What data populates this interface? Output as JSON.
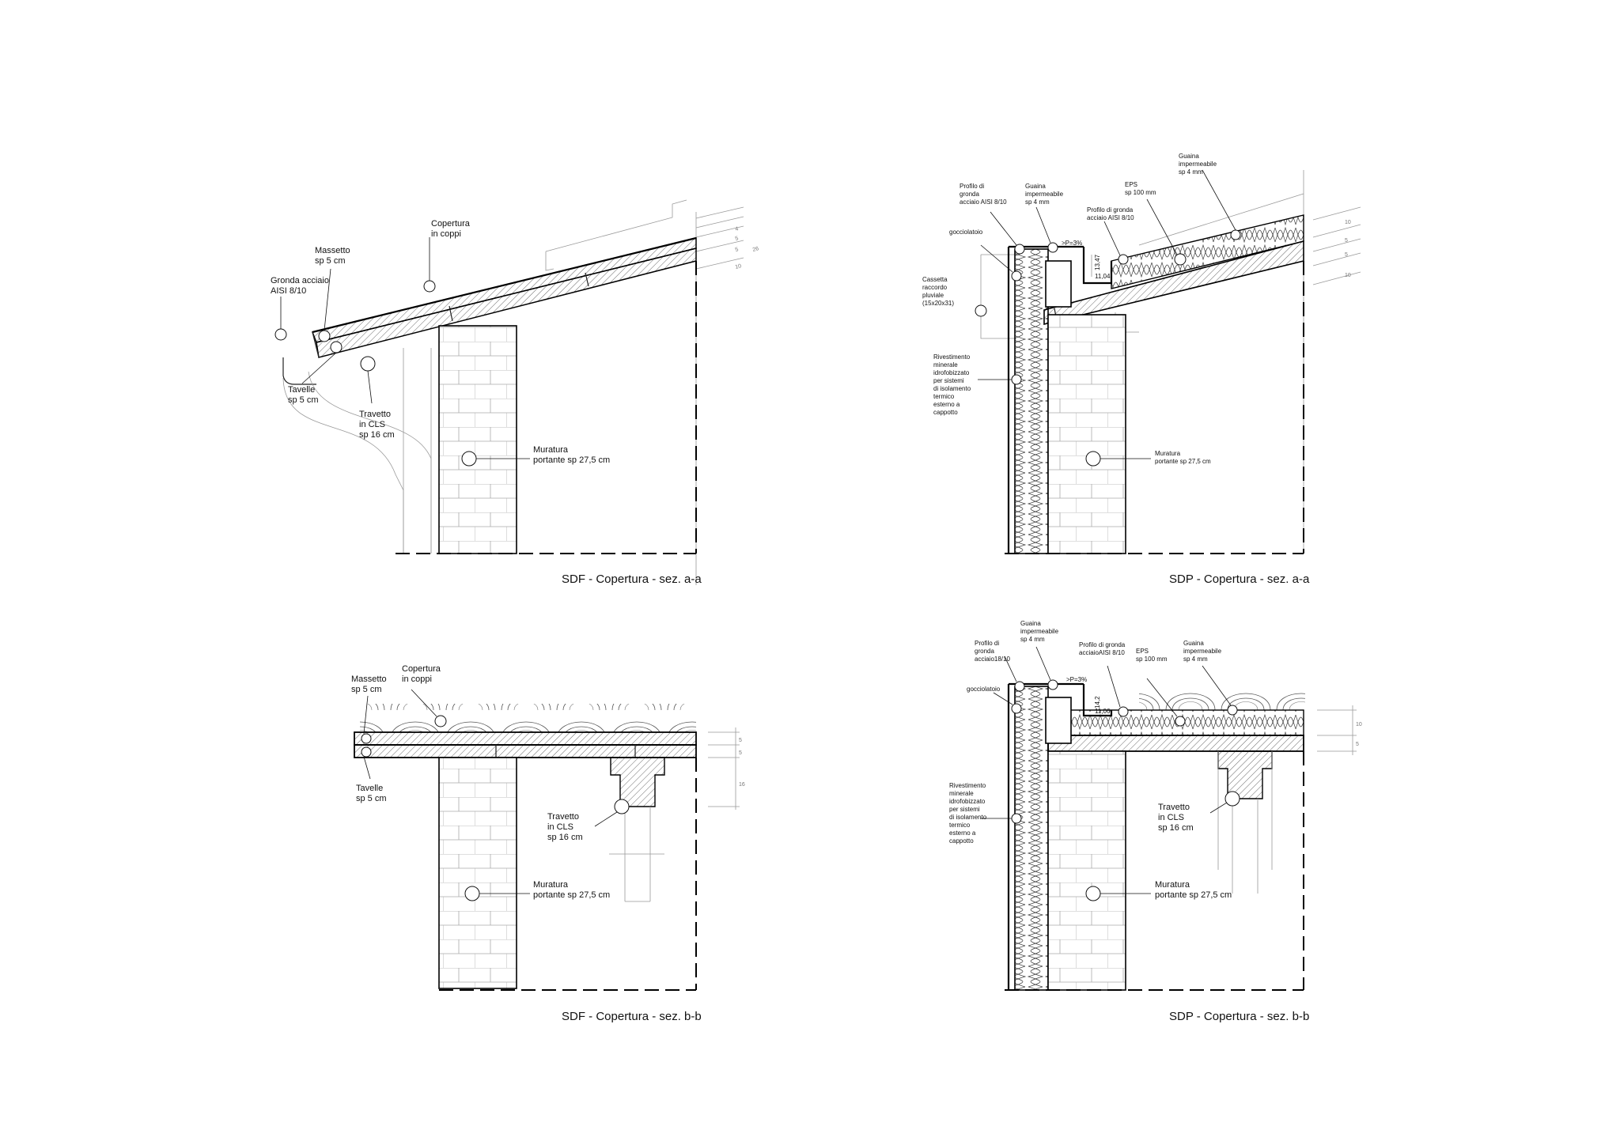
{
  "colors": {
    "line": "#000000",
    "faint": "#999999",
    "hatch": "#444444",
    "background": "#ffffff"
  },
  "panel_sdf_aa": {
    "title": "SDF - Copertura - sez. a-a",
    "labels": {
      "copertura": [
        "Copertura",
        "in coppi"
      ],
      "massetto": [
        "Massetto",
        "sp 5 cm"
      ],
      "gronda": [
        "Gronda acciaio",
        "AISI 8/10"
      ],
      "tavelle": [
        "Tavelle",
        "sp 5 cm"
      ],
      "travetto": [
        "Travetto",
        "in CLS",
        "sp 16 cm"
      ],
      "muratura": [
        "Muratura",
        "portante sp 27,5 cm"
      ]
    },
    "dims": [
      "4",
      "5",
      "5",
      "26",
      "10"
    ]
  },
  "panel_sdp_aa": {
    "title": "SDP - Copertura - sez. a-a",
    "labels": {
      "profilo": [
        "Profilo di",
        "gronda",
        "acciaio AISI 8/10"
      ],
      "guaina_left": [
        "Guaina",
        "impermeabile",
        "sp 4 mm"
      ],
      "gocciolatoio": [
        "gocciolatoio"
      ],
      "cassetta": [
        "Cassetta",
        "raccordo",
        "pluviale",
        "(15x20x31)"
      ],
      "rivestimento": [
        "Rivestimento",
        "minerale",
        "idrofobizzato",
        "per sistemi",
        "di isolamento",
        "termico",
        "esterno a",
        "cappotto"
      ],
      "eps": [
        "EPS",
        "sp 100 mm"
      ],
      "profilo_gronda": [
        "Profilo di gronda",
        "acciaio AISI 8/10"
      ],
      "guaina_right": [
        "Guaina",
        "impermeabile",
        "sp 4 mm"
      ],
      "muratura": [
        "Muratura",
        "portante sp 27,5 cm"
      ],
      "slope": ">P=3%",
      "dim_a": "13,47",
      "dim_b": "11,04"
    },
    "dims": [
      "10",
      "5",
      "5",
      "10"
    ]
  },
  "panel_sdf_bb": {
    "title": "SDF - Copertura - sez. b-b",
    "labels": {
      "massetto": [
        "Massetto",
        "sp 5 cm"
      ],
      "copertura": [
        "Copertura",
        "in coppi"
      ],
      "tavelle": [
        "Tavelle",
        "sp 5 cm"
      ],
      "travetto": [
        "Travetto",
        "in CLS",
        "sp 16 cm"
      ],
      "muratura": [
        "Muratura",
        "portante sp 27,5 cm"
      ]
    },
    "dims": [
      "5",
      "5",
      "16"
    ]
  },
  "panel_sdp_bb": {
    "title": "SDP - Copertura - sez. b-b",
    "labels": {
      "guaina_left": [
        "Guaina",
        "impermeabile",
        "sp 4 mm"
      ],
      "profilo": [
        "Profilo di",
        "gronda",
        "acciaio18/10"
      ],
      "profilo_gronda": [
        "Profilo di gronda",
        "acciaioAISI 8/10"
      ],
      "eps": [
        "EPS",
        "sp 100 mm"
      ],
      "guaina_right": [
        "Guaina",
        "impermeabile",
        "sp 4 mm"
      ],
      "gocciolatoio": [
        "gocciolatoio"
      ],
      "rivestimento": [
        "Rivestimento",
        "minerale",
        "idrofobizzato",
        "per sistemi",
        "di isolamento",
        "termico",
        "esterno a",
        "cappotto"
      ],
      "travetto": [
        "Travetto",
        "in CLS",
        "sp 16 cm"
      ],
      "muratura": [
        "Muratura",
        "portante sp 27,5 cm"
      ],
      "slope": ">P=3%",
      "dim_a": "14,2",
      "dim_b": "11,06"
    },
    "dims": [
      "10",
      "5"
    ]
  }
}
